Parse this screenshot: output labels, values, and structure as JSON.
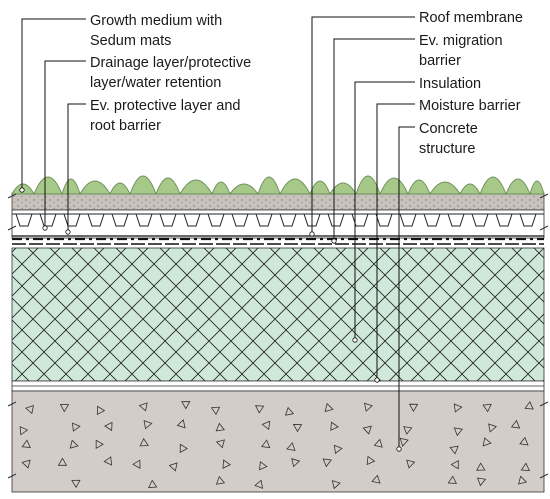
{
  "labels": {
    "growth_medium_line1": "Growth medium with",
    "growth_medium_line2": "Sedum mats",
    "drainage_line1": "Drainage layer/protective",
    "drainage_line2": "layer/water retention",
    "protective_line1": "Ev. protective layer and",
    "protective_line2": "root barrier",
    "roof_membrane": "Roof membrane",
    "migration_line1": "Ev. migration",
    "migration_line2": "barrier",
    "insulation": "Insulation",
    "moisture_barrier": "Moisture barrier",
    "concrete_line1": "Concrete",
    "concrete_line2": "structure"
  },
  "colors": {
    "insulation": "#cfe8da",
    "concrete": "#d4ccc8",
    "growth_medium": "#c9c1bc",
    "vegetation": "#a6c98a",
    "vegetation_edge": "#6f8f5a"
  }
}
